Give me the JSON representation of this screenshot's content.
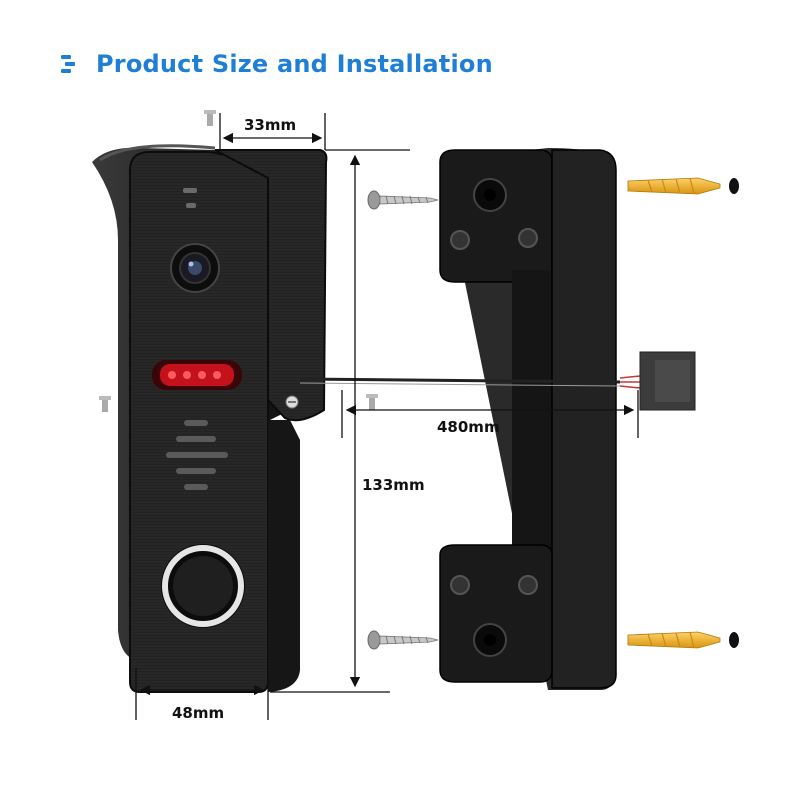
{
  "header": {
    "title": "Product Size and Installation",
    "icon": "list-lines-icon",
    "accent_color": "#1f7fd6"
  },
  "dimensions": {
    "depth": "33mm",
    "height": "133mm",
    "width": "48mm",
    "cable_length": "480mm"
  },
  "colors": {
    "device_body": "#1e1e1e",
    "ir_strip": "#c4121c",
    "anchor": "#f2b320",
    "bracket": "#151515"
  }
}
